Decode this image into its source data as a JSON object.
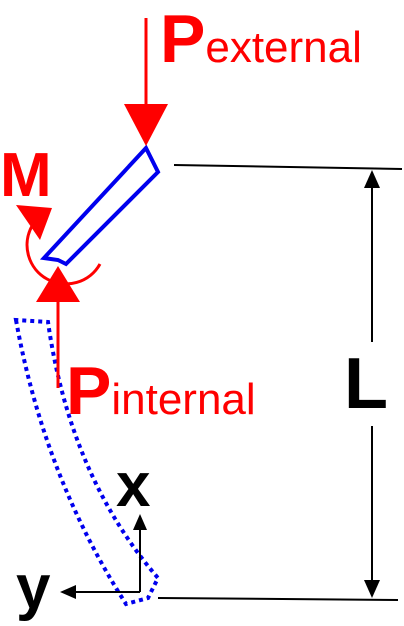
{
  "labels": {
    "p_external_main": "P",
    "p_external_sub": "external",
    "moment": "M",
    "p_internal_main": "P",
    "p_internal_sub": "internal",
    "length": "L",
    "x_axis": "x",
    "y_axis": "y"
  },
  "colors": {
    "force": "#ff0000",
    "beam": "#0000ee",
    "dimension": "#000000",
    "background": "#ffffff"
  }
}
